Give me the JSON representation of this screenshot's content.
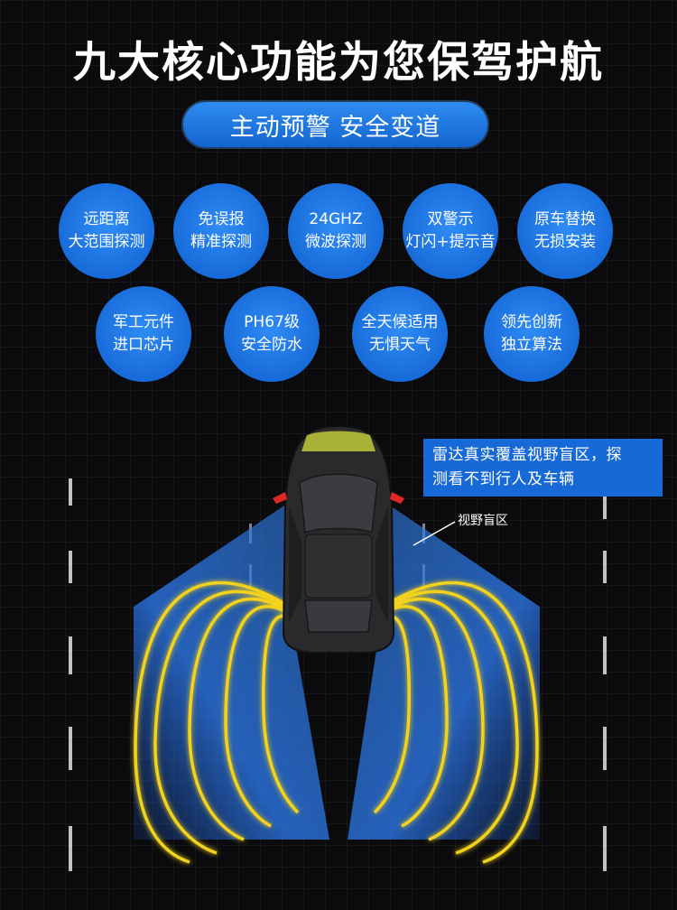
{
  "title": "九大核心功能为您保驾护航",
  "subtitle": "主动预警   安全变道",
  "features_row1": [
    {
      "line1": "远距离",
      "line2": "大范围探测"
    },
    {
      "line1": "免误报",
      "line2": "精准探测"
    },
    {
      "line1": "24GHZ",
      "line2": "微波探测"
    },
    {
      "line1": "双警示",
      "line2": "灯闪+提示音"
    },
    {
      "line1": "原车替换",
      "line2": "无损安装"
    }
  ],
  "features_row2": [
    {
      "line1": "军工元件",
      "line2": "进口芯片"
    },
    {
      "line1": "PH67级",
      "line2": "安全防水"
    },
    {
      "line1": "全天候适用",
      "line2": "无惧天气"
    },
    {
      "line1": "领先创新",
      "line2": "独立算法"
    }
  ],
  "callout": {
    "line1": "雷达真实覆盖视野盲区，探",
    "line2": "测看不到行人及车辆"
  },
  "blind_spot_label": "视野盲区",
  "colors": {
    "accent_blue": "#1a6ddb",
    "wave_yellow": "#f2d21b",
    "background": "#0b0b0e"
  }
}
